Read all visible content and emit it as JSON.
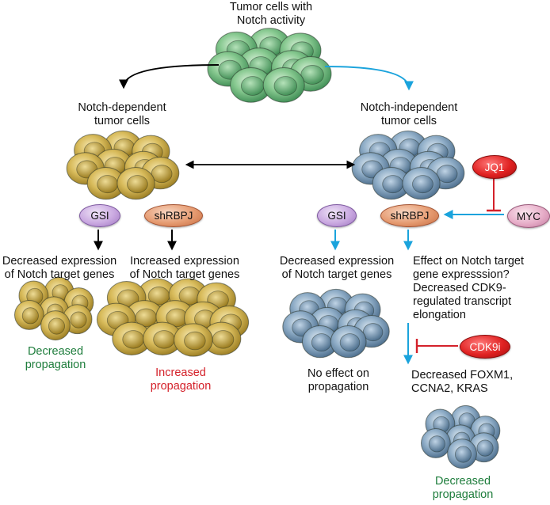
{
  "top": {
    "title_line1": "Tumor cells with",
    "title_line2": "Notch activity"
  },
  "left_branch": {
    "heading_line1": "Notch-dependent",
    "heading_line2": "tumor cells",
    "gsi_label": "GSI",
    "shrbpj_label": "shRBPJ",
    "gsi_result_line1": "Decreased expression",
    "gsi_result_line2": "of Notch target genes",
    "gsi_outcome_line1": "Decreased",
    "gsi_outcome_line2": "propagation",
    "shrbpj_result_line1": "Increased expression",
    "shrbpj_result_line2": "of Notch target genes",
    "shrbpj_outcome_line1": "Increased",
    "shrbpj_outcome_line2": "propagation"
  },
  "right_branch": {
    "heading_line1": "Notch-independent",
    "heading_line2": "tumor cells",
    "gsi_label": "GSI",
    "shrbpj_label": "shRBPJ",
    "jq1_label": "JQ1",
    "myc_label": "MYC",
    "gsi_result_line1": "Decreased expression",
    "gsi_result_line2": "of Notch target genes",
    "gsi_outcome_line1": "No effect on",
    "gsi_outcome_line2": "propagation",
    "shrbpj_effect_line1": "Effect on Notch target",
    "shrbpj_effect_line2": "gene expresssion?",
    "shrbpj_effect_line3": "Decreased CDK9-",
    "shrbpj_effect_line4": "regulated transcript",
    "shrbpj_effect_line5": "elongation",
    "cdk9i_label": "CDK9i",
    "downstream_line1": "Decreased FOXM1,",
    "downstream_line2": "CCNA2, KRAS",
    "final_outcome_line1": "Decreased",
    "final_outcome_line2": "propagation"
  },
  "colors": {
    "green_cells": "#7fc48c",
    "yellow_cells": "#d9bc5c",
    "blue_cells": "#8aa9c4",
    "cyan_arrow": "#1aa3dc",
    "inhibitor_red": "#d4212a",
    "black_arrow": "#000000",
    "outcome_green": "#1e7d3c",
    "outcome_red": "#d4212a"
  }
}
